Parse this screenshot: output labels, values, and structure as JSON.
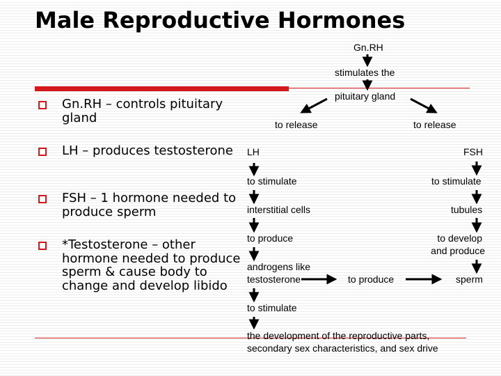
{
  "title": "Male Reproductive Hormones",
  "bullets": [
    "Gn.RH – controls pituitary gland",
    "LH – produces testosterone",
    "FSH – 1 hormone needed to produce sperm",
    "*Testosterone – other hormone needed to produce sperm & cause body to change and develop libido"
  ],
  "diagram": {
    "gnrh": "Gn.RH",
    "stimulates": "stimulates the",
    "pituitary": "pituitary gland",
    "release_left": "to release",
    "release_right": "to release",
    "lh": "LH",
    "fsh": "FSH",
    "stim_left": "to stimulate",
    "stim_right": "to stimulate",
    "interstitial": "interstitial cells",
    "tubules": "tubules",
    "produce_left": "to produce",
    "develop_1": "to develop",
    "develop_2": "and produce",
    "androgens_1": "androgens like",
    "androgens_2": "testosterone",
    "to_produce_mid": "to produce",
    "sperm": "sperm",
    "stim_bottom": "to stimulate",
    "result_1": "the development of the reproductive parts,",
    "result_2": "secondary sex characteristics, and sex drive"
  }
}
